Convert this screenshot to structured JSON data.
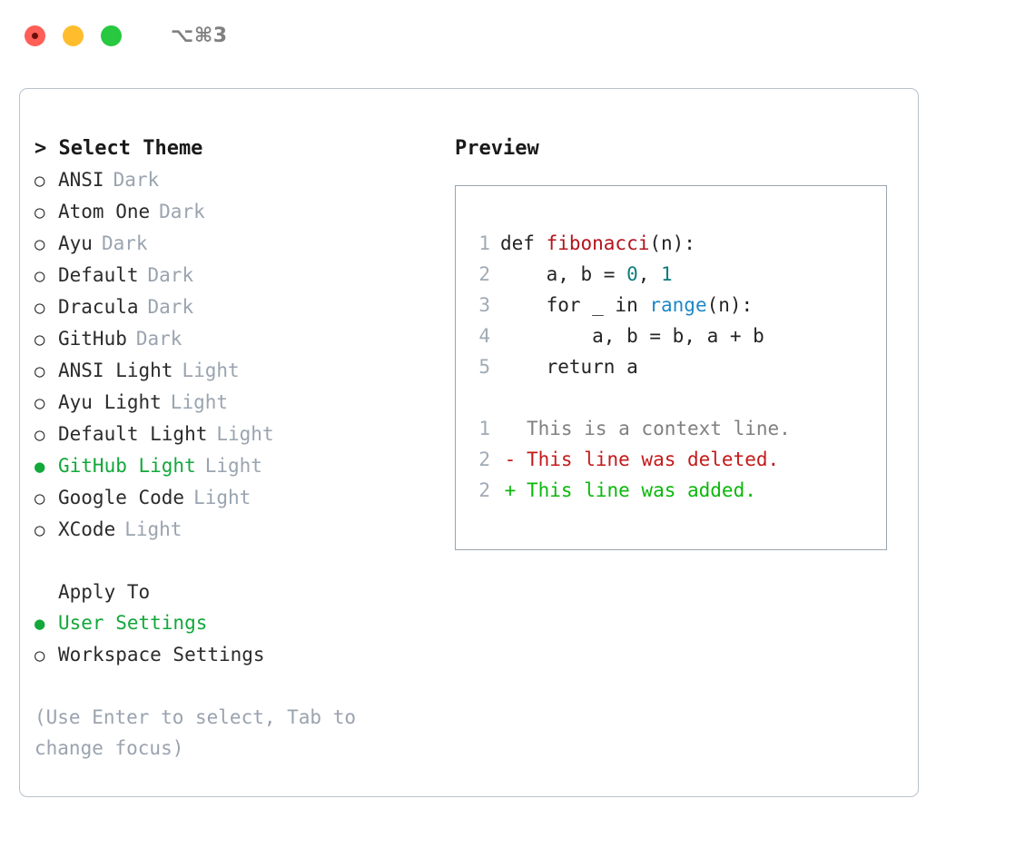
{
  "titlebar": {
    "shortcut": "⌥⌘3",
    "lights": [
      {
        "name": "close",
        "color": "#ff5f57"
      },
      {
        "name": "minimize",
        "color": "#ffbd2e"
      },
      {
        "name": "zoom",
        "color": "#28c840"
      }
    ]
  },
  "theme_selector": {
    "heading": "> Select Theme",
    "marker_selected": "●",
    "marker_unselected": "○",
    "selected_color": "#12a83a",
    "variant_color": "#9aa4b0",
    "items": [
      {
        "name": "ANSI",
        "variant": "Dark",
        "selected": false
      },
      {
        "name": "Atom One",
        "variant": "Dark",
        "selected": false
      },
      {
        "name": "Ayu",
        "variant": "Dark",
        "selected": false
      },
      {
        "name": "Default",
        "variant": "Dark",
        "selected": false
      },
      {
        "name": "Dracula",
        "variant": "Dark",
        "selected": false
      },
      {
        "name": "GitHub",
        "variant": "Dark",
        "selected": false
      },
      {
        "name": "ANSI Light",
        "variant": "Light",
        "selected": false
      },
      {
        "name": "Ayu Light",
        "variant": "Light",
        "selected": false
      },
      {
        "name": "Default Light",
        "variant": "Light",
        "selected": false
      },
      {
        "name": "GitHub Light",
        "variant": "Light",
        "selected": true
      },
      {
        "name": "Google Code",
        "variant": "Light",
        "selected": false
      },
      {
        "name": "XCode",
        "variant": "Light",
        "selected": false
      }
    ]
  },
  "apply_to": {
    "heading": "Apply To",
    "items": [
      {
        "name": "User Settings",
        "selected": true
      },
      {
        "name": "Workspace Settings",
        "selected": false
      }
    ]
  },
  "hint": "(Use Enter to select, Tab to change focus)",
  "preview": {
    "title": "Preview",
    "code_lines": [
      {
        "number": "1",
        "tokens": [
          {
            "text": "def ",
            "type": "plain"
          },
          {
            "text": "fibonacci",
            "type": "function"
          },
          {
            "text": "(n):",
            "type": "plain"
          }
        ]
      },
      {
        "number": "2",
        "tokens": [
          {
            "text": "    a, b = ",
            "type": "plain"
          },
          {
            "text": "0",
            "type": "number"
          },
          {
            "text": ", ",
            "type": "plain"
          },
          {
            "text": "1",
            "type": "number"
          }
        ]
      },
      {
        "number": "3",
        "tokens": [
          {
            "text": "    for _ in ",
            "type": "plain"
          },
          {
            "text": "range",
            "type": "builtin"
          },
          {
            "text": "(n):",
            "type": "plain"
          }
        ]
      },
      {
        "number": "4",
        "tokens": [
          {
            "text": "        a, b = b, a + b",
            "type": "plain"
          }
        ]
      },
      {
        "number": "5",
        "tokens": [
          {
            "text": "    return a",
            "type": "plain"
          }
        ]
      }
    ],
    "diff_lines": [
      {
        "number": "1",
        "sign": " ",
        "text": "This is a context line.",
        "kind": "context"
      },
      {
        "number": "2",
        "sign": "-",
        "text": "This line was deleted.",
        "kind": "deleted"
      },
      {
        "number": "2",
        "sign": "+",
        "text": "This line was added.",
        "kind": "added"
      }
    ],
    "colors": {
      "function": "#b3131b",
      "number": "#0e7c7b",
      "builtin": "#1e88c7",
      "line_number": "#a0aab5",
      "diff_context": "#808080",
      "diff_deleted": "#c41a1a",
      "diff_added": "#0bb80b"
    }
  }
}
